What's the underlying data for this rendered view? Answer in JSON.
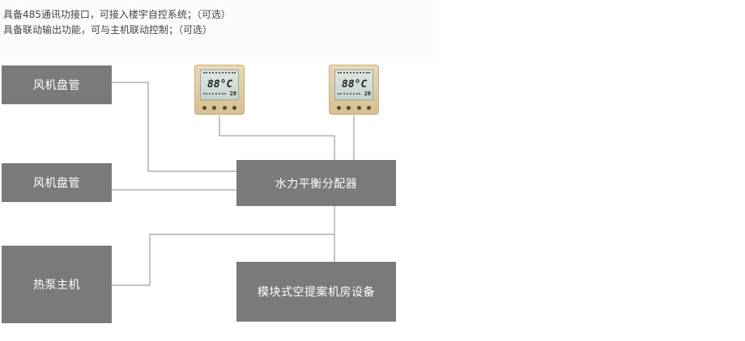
{
  "intro": {
    "line1": "具备485通讯功接口，可接入楼宇自控系统；（可选）",
    "line2": "具备联动输出功能，可与主机联动控制；（可选）"
  },
  "boxes": {
    "fan_coil_1": "风机盘管",
    "fan_coil_2": "风机盘管",
    "heat_pump": "热泵主机",
    "distributor": "水力平衡分配器",
    "module": "模块式空提案机房设备"
  },
  "thermostats": [
    {
      "display": "88°C",
      "small": "28"
    },
    {
      "display": "88°C",
      "small": "28"
    }
  ],
  "colors": {
    "box_fill": "#7a7a7a",
    "box_text": "#ffffff",
    "line": "#8a8a8a"
  }
}
